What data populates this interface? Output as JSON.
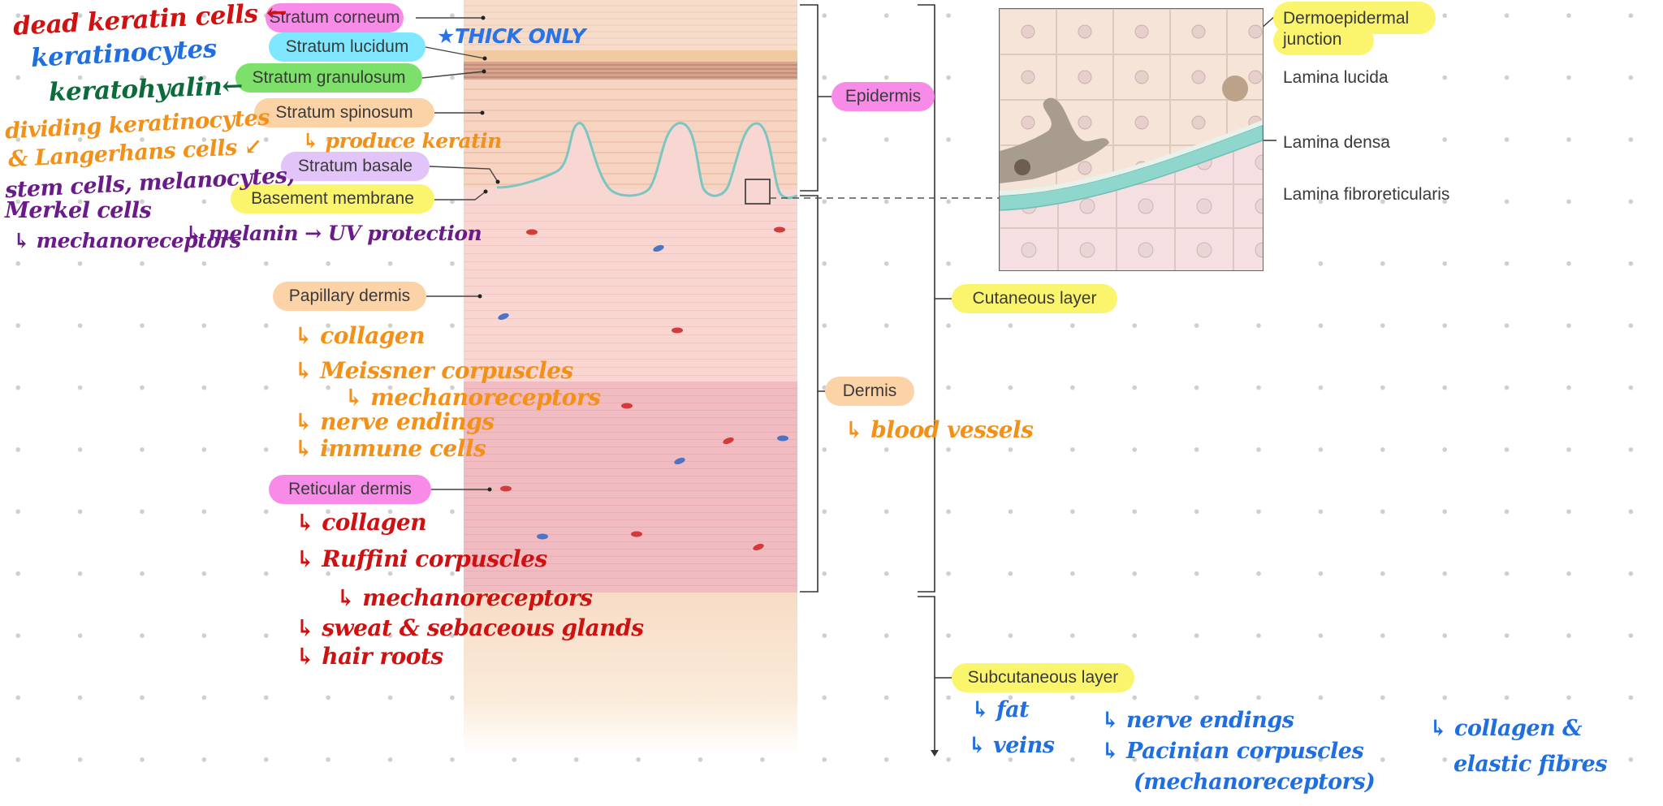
{
  "colors": {
    "epidermis_pill": "#f98be8",
    "corneum_pill": "#f98be8",
    "lucidum_pill": "#7fe7ff",
    "granulosum_pill": "#7ce06a",
    "spinosum_pill": "#fcd3a6",
    "basale_pill": "#e3c4f8",
    "basement_pill": "#fbf56e",
    "papillary_pill": "#fcd3a6",
    "reticular_pill": "#f98be8",
    "dermis_pill": "#fcd3a6",
    "layer_pill": "#fbf56e",
    "handwriting_red": "#cf1111",
    "handwriting_blue": "#1f6fe0",
    "handwriting_green": "#0b6b3a",
    "handwriting_orange": "#f39018",
    "handwriting_purple": "#6b1a8a"
  },
  "layers": {
    "corneum": "Stratum corneum",
    "lucidum": "Stratum lucidum",
    "granulosum": "Stratum granulosum",
    "spinosum": "Stratum spinosum",
    "basale": "Stratum basale",
    "basement": "Basement membrane",
    "papillary": "Papillary dermis",
    "reticular": "Reticular dermis"
  },
  "regions": {
    "epidermis": "Epidermis",
    "dermis": "Dermis",
    "cutaneous": "Cutaneous layer",
    "subcutaneous": "Subcutaneous layer"
  },
  "inset": {
    "dermoepidermal": "Dermoepidermal junction",
    "lucida": "Lamina lucida",
    "densa": "Lamina densa",
    "fibroreticularis": "Lamina fibroreticularis"
  },
  "notes": {
    "corneum": "dead keratin cells ←",
    "lucidum": "keratinocytes",
    "thick_only": "★THICK ONLY",
    "granulosum": "keratohyalin←",
    "spinosum_1": "dividing keratinocytes",
    "spinosum_2": "& Langerhans cells ↙",
    "produce_keratin": "↳ produce keratin",
    "basale_1": "stem cells, melanocytes,",
    "basale_2": "Merkel cells",
    "mechano_top": "↳ mechanoreceptors",
    "melanin": "↳ melanin → UV protection",
    "pap_1": "↳ collagen",
    "pap_2": "↳ Meissner corpuscles",
    "pap_3": "↳ mechanoreceptors",
    "pap_4": "↳ nerve endings",
    "pap_5": "↳ immune cells",
    "ret_1": "↳ collagen",
    "ret_2": "↳ Ruffini corpuscles",
    "ret_3": "↳ mechanoreceptors",
    "ret_4": "↳ sweat & sebaceous glands",
    "ret_5": "↳ hair roots",
    "dermis_vessels": "↳ blood vessels",
    "sub_fat": "↳ fat",
    "sub_veins": "↳ veins",
    "sub_nerve": "↳ nerve endings",
    "sub_pacinian": "↳ Pacinian corpuscles",
    "sub_mechano": "(mechanoreceptors)",
    "sub_collagen": "↳ collagen &",
    "sub_elastic": "elastic fibres"
  }
}
